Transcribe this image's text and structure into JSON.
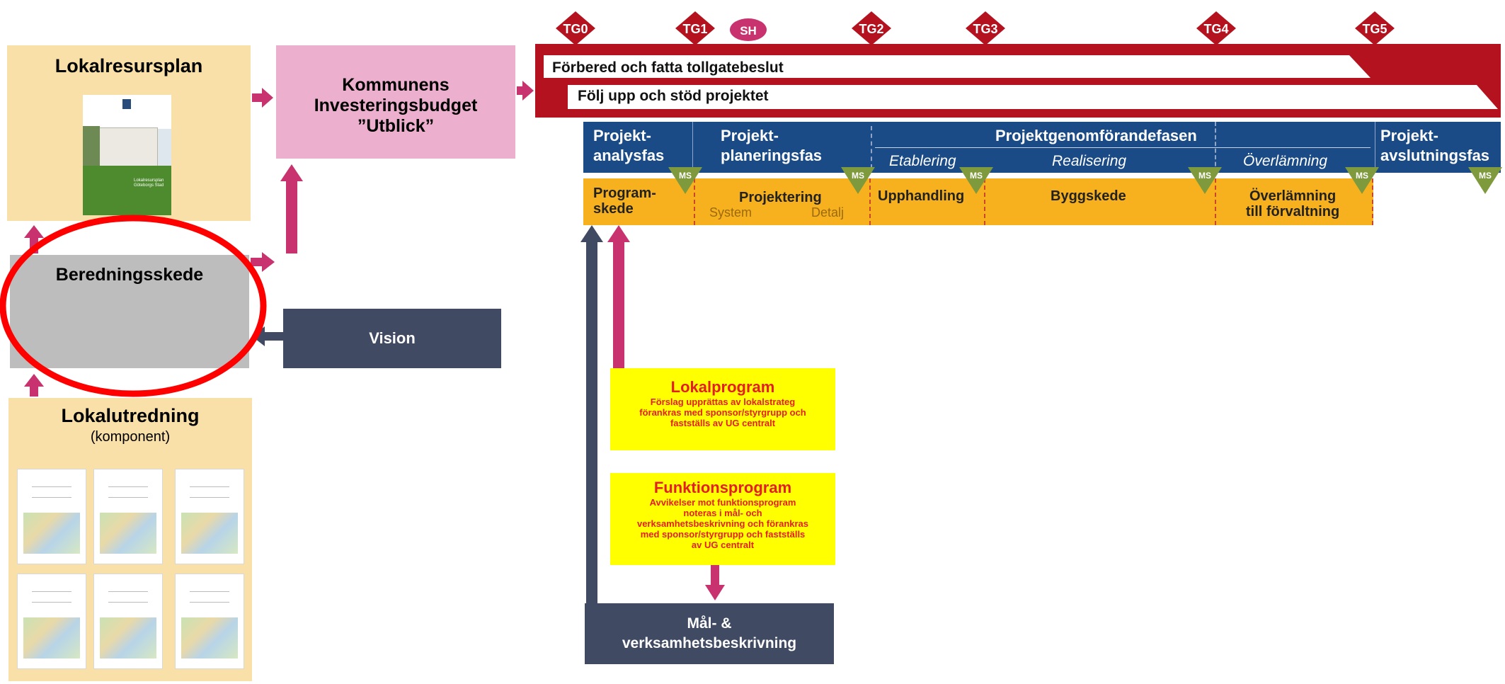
{
  "lokalresursplan": {
    "title": "Lokalresursplan",
    "cover_title": "Lokalresursplan\nGöteborgs Stad"
  },
  "investeringsbudget": {
    "line1": "Kommunens",
    "line2": "Investeringsbudget",
    "line3": "”Utblick”"
  },
  "beredningsskede": {
    "title": "Beredningsskede"
  },
  "vision": {
    "label": "Vision"
  },
  "lokalutredning": {
    "title": "Lokalutredning",
    "subtitle": "(komponent)"
  },
  "tollgates": [
    {
      "label": "TG0"
    },
    {
      "label": "TG1"
    },
    {
      "label": "TG2"
    },
    {
      "label": "TG3"
    },
    {
      "label": "TG4"
    },
    {
      "label": "TG5"
    }
  ],
  "sh_badge": "SH",
  "red_band": {
    "row1": "Förbered och fatta tollgatebeslut",
    "row2": "Följ upp och stöd projektet"
  },
  "phases": {
    "analys": {
      "line1": "Projekt-",
      "line2": "analysfas"
    },
    "planering": {
      "line1": "Projekt-",
      "line2": "planeringsfas"
    },
    "genomforande": "Projektgenomförandefasen",
    "etablering": "Etablering",
    "realisering": "Realisering",
    "overlamning": "Överlämning",
    "avslutning": {
      "line1": "Projekt-",
      "line2": "avslutningsfas"
    }
  },
  "ms_label": "MS",
  "orange_row": {
    "program": {
      "line1": "Program-",
      "line2": "skede"
    },
    "projektering": "Projektering",
    "system": "System",
    "detalj": "Detalj",
    "upphandling": "Upphandling",
    "byggskede": "Byggskede",
    "overlamning": {
      "line1": "Överlämning",
      "line2": "till förvaltning"
    }
  },
  "lokalprogram": {
    "title": "Lokalprogram",
    "body": [
      "Förslag upprättas av lokalstrateg",
      "förankras med sponsor/styrgrupp och",
      "fastställs av  UG centralt"
    ]
  },
  "funktionsprogram": {
    "title": "Funktionsprogram",
    "body": [
      "Avvikelser mot funktionsprogram",
      "noteras i mål- och",
      "verksamhetsbeskrivning och förankras",
      "med sponsor/styrgrupp och fastställs",
      "av  UG centralt"
    ]
  },
  "mal_verksamhet": {
    "line1": "Mål- &",
    "line2": "verksamhetsbeskrivning"
  },
  "colors": {
    "beige": "#f9dfa8",
    "pink": "#ecb0ce",
    "gray": "#bdbdbd",
    "navy": "#404a63",
    "red_band": "#b4121f",
    "blue": "#1b4b86",
    "orange": "#f7b11e",
    "yellow": "#ffff00",
    "magenta": "#c8326e",
    "ms_green": "#7e9a3c",
    "circle_red": "#ff0000"
  }
}
